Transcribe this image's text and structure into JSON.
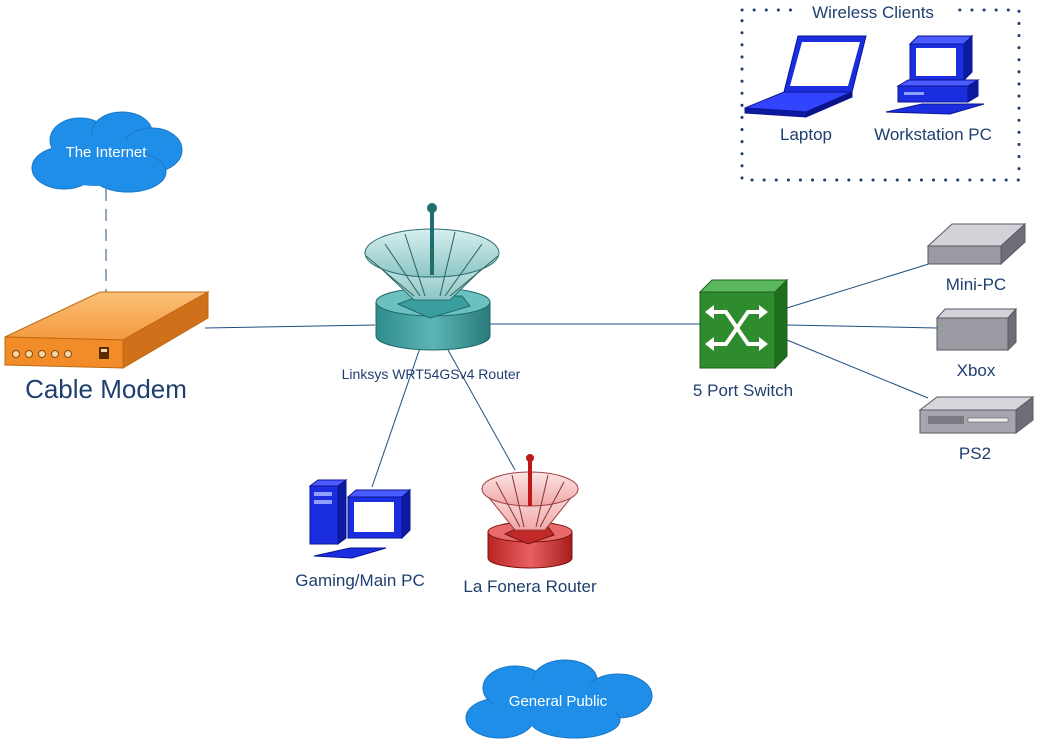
{
  "diagram": {
    "clouds": {
      "internet": "The Internet",
      "public": "General Public"
    },
    "devices": {
      "cable_modem": "Cable Modem",
      "main_router": "Linksys WRT54GSv4 Router",
      "switch": "5 Port Switch",
      "gaming_pc": "Gaming/Main PC",
      "fonera_router": "La Fonera Router",
      "mini_pc": "Mini-PC",
      "xbox": "Xbox",
      "ps2": "PS2"
    },
    "wireless_group": {
      "title": "Wireless Clients",
      "laptop": "Laptop",
      "workstation": "Workstation PC"
    }
  },
  "colors": {
    "cloud": "#1e8ee8",
    "modem": "#f28c28",
    "main_router": "#2a9a9a",
    "fonera": "#d93030",
    "switch": "#2e8b2e",
    "client_blue": "#1a2ee0",
    "grey_device": "#9a9aa2",
    "text": "#1f3f6f"
  }
}
